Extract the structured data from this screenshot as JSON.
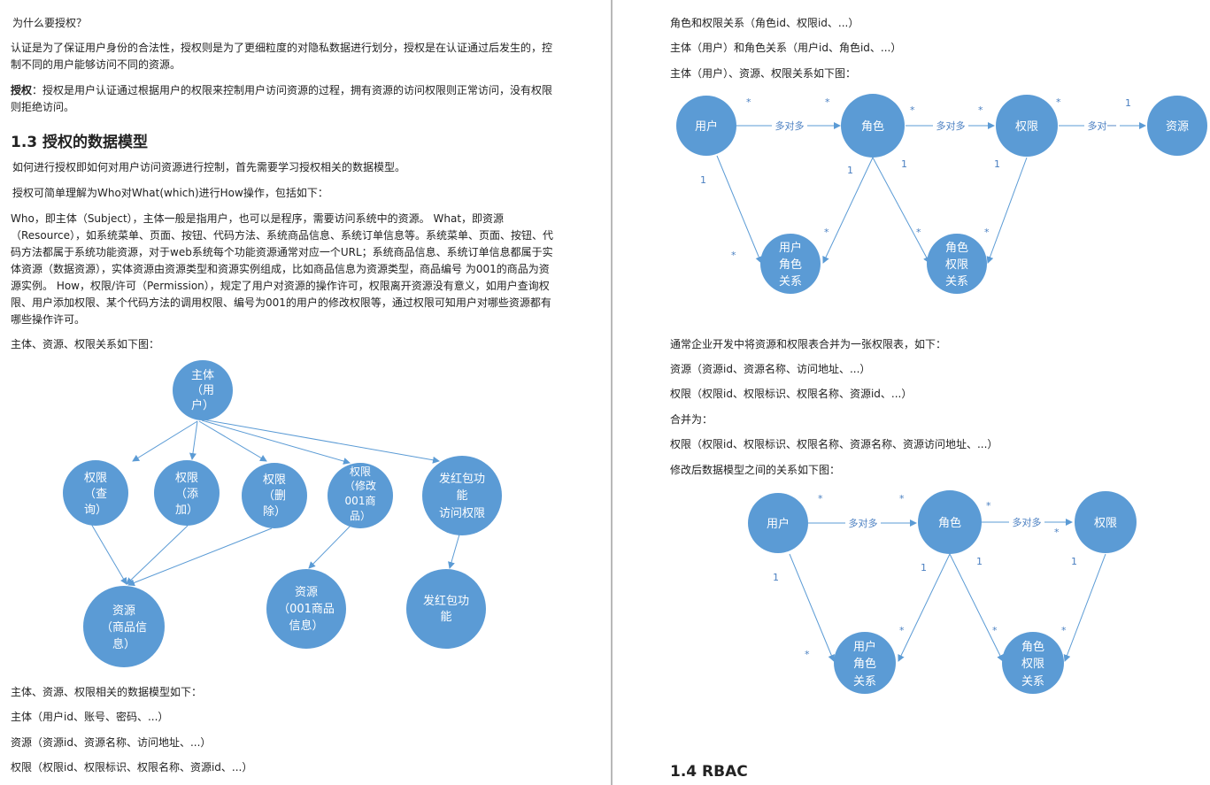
{
  "left": {
    "q_title": "为什么要授权？",
    "p1": "认证是为了保证用户身份的合法性，授权则是为了更细粒度的对隐私数据进行划分，授权是在认证通过后发生的，控制不同的用户能够访问不同的资源。",
    "p2_bold": "授权",
    "p2_rest": "：授权是用户认证通过根据用户的权限来控制用户访问资源的过程，拥有资源的访问权限则正常访问，没有权限则拒绝访问。",
    "h13": "1.3 授权的数据模型",
    "p3": "如何进行授权即如何对用户访问资源进行控制，首先需要学习授权相关的数据模型。",
    "p4": "授权可简单理解为Who对What(which)进行How操作，包括如下：",
    "p5": "Who，即主体（Subject），主体一般是指用户，也可以是程序，需要访问系统中的资源。 What，即资源（Resource），如系统菜单、页面、按钮、代码方法、系统商品信息、系统订单信息等。系统菜单、页面、按钮、代码方法都属于系统功能资源，对于web系统每个功能资源通常对应一个URL；系统商品信息、系统订单信息都属于实体资源（数据资源），实体资源由资源类型和资源实例组成，比如商品信息为资源类型，商品编号 为001的商品为资源实例。 How，权限/许可（Permission），规定了用户对资源的操作许可，权限离开资源没有意义，如用户查询权限、用户添加权限、某个代码方法的调用权限、编号为001的用户的修改权限等，通过权限可知用户对哪些资源都有哪些操作许可。",
    "p6": "主体、资源、权限关系如下图：",
    "tree": {
      "root": [
        "主体",
        "（用",
        "户）"
      ],
      "p_query": [
        "权限",
        "（查",
        "询）"
      ],
      "p_add": [
        "权限",
        "（添",
        "加）"
      ],
      "p_del": [
        "权限",
        "（删",
        "除）"
      ],
      "p_mod": [
        "权限",
        "（修改",
        "001商",
        "品）"
      ],
      "p_red": [
        "发红包功",
        "能",
        "访问权限"
      ],
      "r_goods": [
        "资源",
        "（商品信",
        "息）"
      ],
      "r_001": [
        "资源",
        "（001商品",
        "信息）"
      ],
      "r_red": [
        "发红包功",
        "能"
      ]
    },
    "p7": "主体、资源、权限相关的数据模型如下：",
    "p8": "主体（用户id、账号、密码、...）",
    "p9": "资源（资源id、资源名称、访问地址、...）",
    "p10": "权限（权限id、权限标识、权限名称、资源id、...）"
  },
  "right": {
    "r1": "角色和权限关系（角色id、权限id、...）",
    "r2": "主体（用户）和角色关系（用户id、角色id、...）",
    "r3": "主体（用户）、资源、权限关系如下图：",
    "d1": {
      "user": "用户",
      "role": "角色",
      "perm": "权限",
      "res": "资源",
      "ur": [
        "用户",
        "角色",
        "关系"
      ],
      "rp": [
        "角色",
        "权限",
        "关系"
      ],
      "m2m": "多对多",
      "m2o": "多对一",
      "one": "1",
      "star": "*"
    },
    "r4": "通常企业开发中将资源和权限表合并为一张权限表，如下：",
    "r5": "资源（资源id、资源名称、访问地址、...）",
    "r6": "权限（权限id、权限标识、权限名称、资源id、...）",
    "r7": "合并为：",
    "r8": "权限（权限id、权限标识、权限名称、资源名称、资源访问地址、...）",
    "r9": "修改后数据模型之间的关系如下图：",
    "d2": {
      "user": "用户",
      "role": "角色",
      "perm": "权限",
      "ur": [
        "用户",
        "角色",
        "关系"
      ],
      "rp": [
        "角色",
        "权限",
        "关系"
      ],
      "m2m": "多对多",
      "one": "1",
      "star": "*"
    },
    "h14": "1.4 RBAC"
  },
  "colors": {
    "node": "#5b9bd5",
    "edge": "#5b9bd5",
    "label": "#4a7fc1",
    "divider": "#b8b8b8"
  }
}
